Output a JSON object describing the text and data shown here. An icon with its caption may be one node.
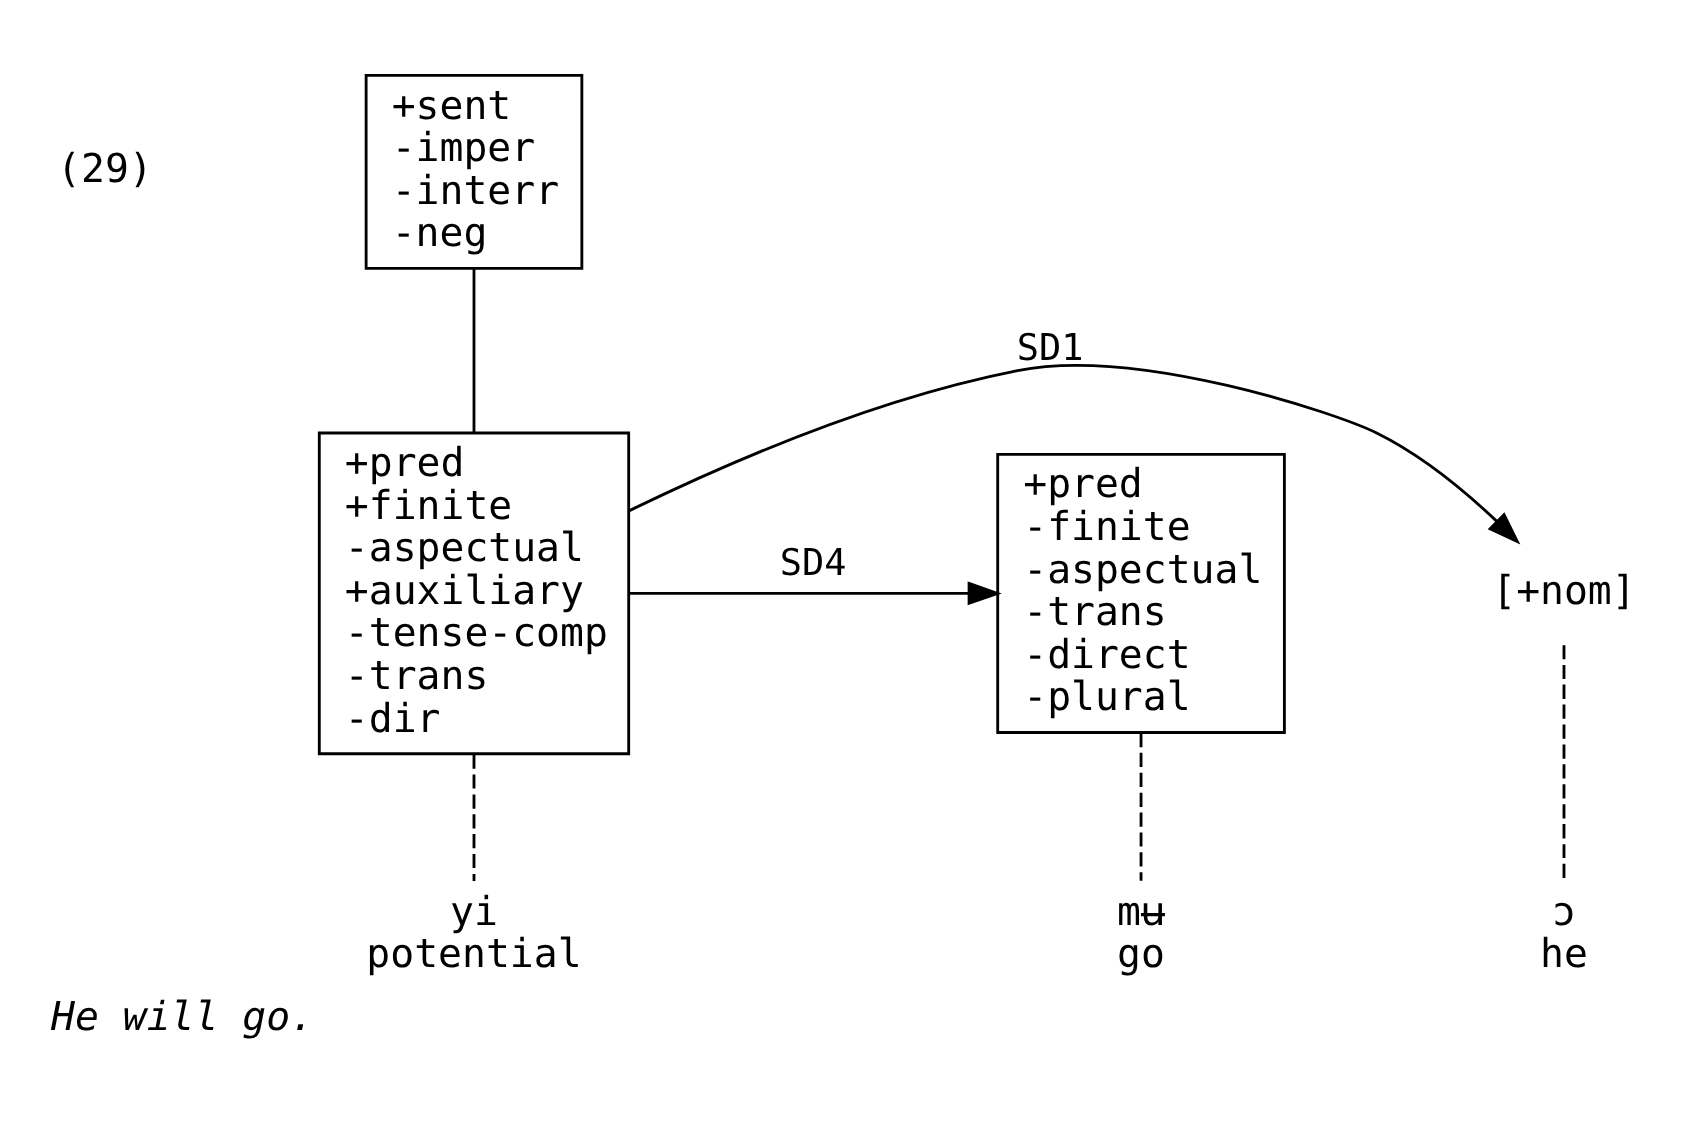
{
  "diagram": {
    "caption": "He will go.",
    "nodes": [
      {
        "text": [
          "+sent",
          "-imper",
          "-interr",
          "-neg"
        ]
      },
      {
        "text": [
          "[+nom]"
        ]
      },
      {
        "text": [
          "+pred",
          "+finite",
          "-aspectual",
          "+auxiliary",
          "-tense-comp",
          "-trans",
          "-dir"
        ]
      },
      {
        "text": [
          "+pred",
          "-finite",
          "-aspectual",
          "-trans",
          "-direct",
          "-plural"
        ]
      },
      {
        "text": [
          "ɔ",
          "he"
        ]
      },
      {
        "text": [
          "yi",
          "potential"
        ]
      },
      {
        "text": [
          "mʉ",
          "go"
        ]
      }
    ],
    "edges": [
      {
        "from": 0,
        "to": 2,
        "arrow": "none"
      },
      {
        "from": 2,
        "to": 1,
        "arrow": "to",
        "label": "SD1"
      },
      {
        "from": 2,
        "to": 3,
        "arrow": "to",
        "label": "SD4"
      },
      {
        "from": 1,
        "to": 4,
        "arrow": "none",
        "style": "dashed"
      },
      {
        "from": 2,
        "to": 5,
        "arrow": "none",
        "style": "dashed"
      },
      {
        "from": 3,
        "to": 6,
        "arrow": "none",
        "style": "dashed"
      }
    ],
    "labels": [
      "(29)"
    ]
  }
}
